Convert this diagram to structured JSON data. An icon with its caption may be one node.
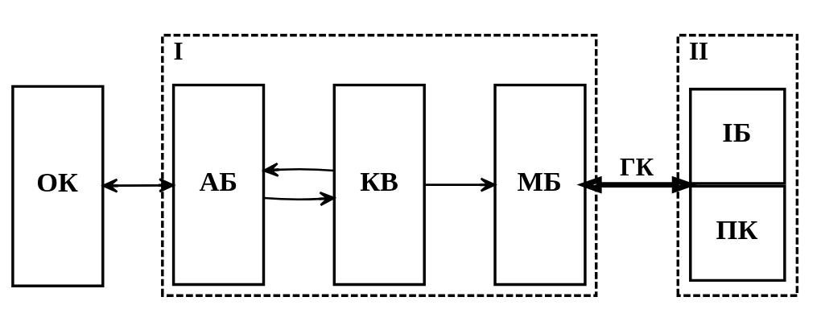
{
  "diagram": {
    "nodes": [
      {
        "text": [
          "ОК"
        ]
      },
      {
        "text": [
          "I"
        ]
      },
      {
        "text": [
          "АБ"
        ],
        "in": 1
      },
      {
        "text": [
          "КВ"
        ],
        "in": 1
      },
      {
        "text": [
          "МБ"
        ],
        "in": 1
      },
      {
        "text": [
          "II"
        ]
      },
      {
        "text": [
          "ІБ",
          "ПК"
        ],
        "in": 5
      }
    ],
    "edges": [
      {
        "from": 0,
        "to": 2,
        "arrow": "to"
      },
      {
        "from": 2,
        "to": 0,
        "arrow": "to"
      },
      {
        "from": 2,
        "to": 3,
        "arrow": "to"
      },
      {
        "from": 3,
        "to": 2,
        "arrow": "to"
      },
      {
        "from": 3,
        "to": 4,
        "arrow": "to"
      },
      {
        "from": 4,
        "to": 6,
        "arrow": "both",
        "label": "ГК",
        "style": "thick"
      }
    ]
  }
}
